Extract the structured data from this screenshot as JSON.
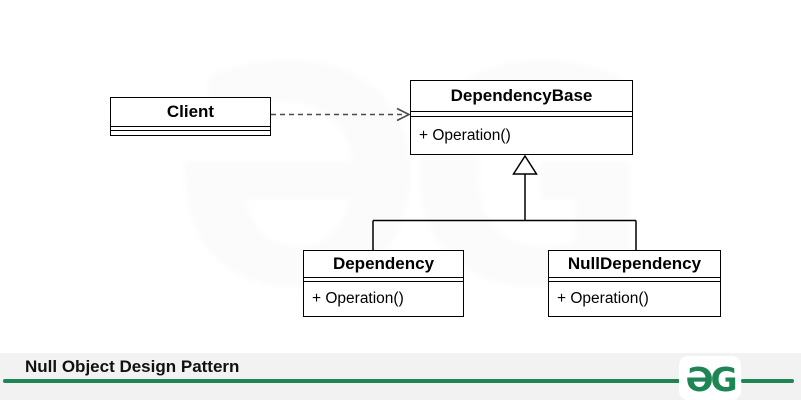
{
  "colors": {
    "accent_green": "#1e8555",
    "band_background": "#f2f2f2",
    "box_border": "#000000",
    "dashed_arrow_gray": "#4a4a4a"
  },
  "diagram": {
    "classes": [
      {
        "name": "Client",
        "methods": []
      },
      {
        "name": "DependencyBase",
        "methods": [
          "+ Operation()"
        ]
      },
      {
        "name": "Dependency",
        "methods": [
          "+ Operation()"
        ]
      },
      {
        "name": "NullDependency",
        "methods": [
          "+ Operation()"
        ]
      }
    ],
    "relations": [
      {
        "type": "dependency",
        "from": "Client",
        "to": "DependencyBase",
        "style": "dashed-open-arrow"
      },
      {
        "type": "generalization",
        "from": "Dependency",
        "to": "DependencyBase",
        "style": "hollow-triangle"
      },
      {
        "type": "generalization",
        "from": "NullDependency",
        "to": "DependencyBase",
        "style": "hollow-triangle"
      }
    ]
  },
  "footer": {
    "caption": "Null Object Design Pattern",
    "logo_text": "ƏG"
  },
  "watermark_text": "ƏG"
}
